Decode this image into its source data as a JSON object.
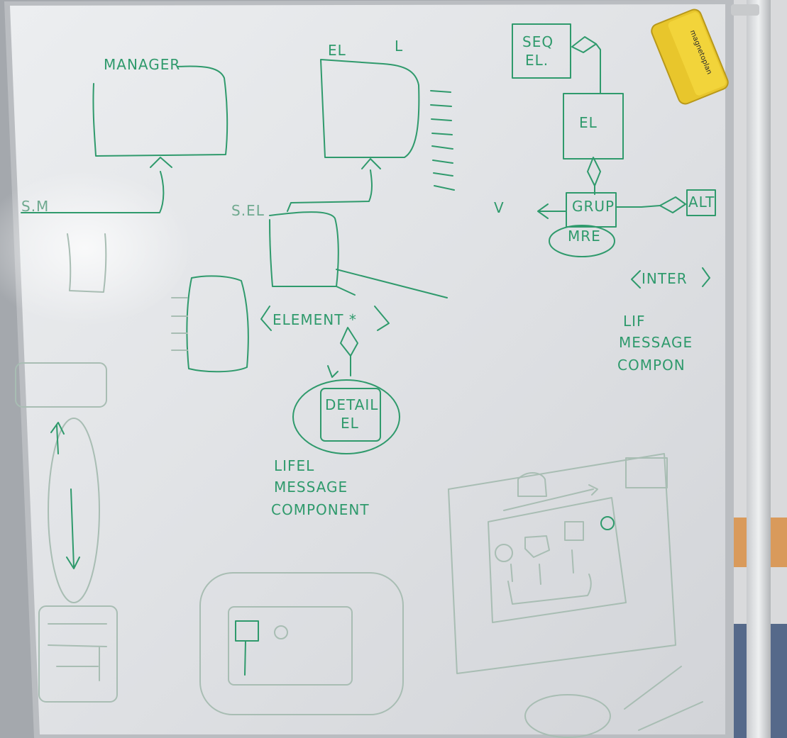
{
  "scene": {
    "description_labels": {
      "manager": "MANAGER",
      "el_top": "EL",
      "el_c": "L",
      "sm": "S.M",
      "sel": "S.EL",
      "element": "ELEMENT *",
      "detail_l1": "DETAIL",
      "detail_l2": "EL",
      "lifel_l1": "LIFEL",
      "lifel_l2": "MESSAGE",
      "lifel_l3": "COMPONENT",
      "seq_l1": "SEQ",
      "seq_l2": "EL.",
      "el_right": "EL",
      "group": "GRUP",
      "v": "V",
      "alt": "ALT",
      "mre": "MRE",
      "inter": "INTER",
      "lif_l1": "LIF",
      "lif_l2": "MESSAGE",
      "lif_l3": "COMPON"
    },
    "eraser": {
      "brand": "magnetoplan"
    }
  },
  "colors": {
    "board": "#e4e6e8",
    "ink": "#2f9a6c",
    "frame": "#b9bcbf",
    "eraser": "#e8c62c"
  }
}
